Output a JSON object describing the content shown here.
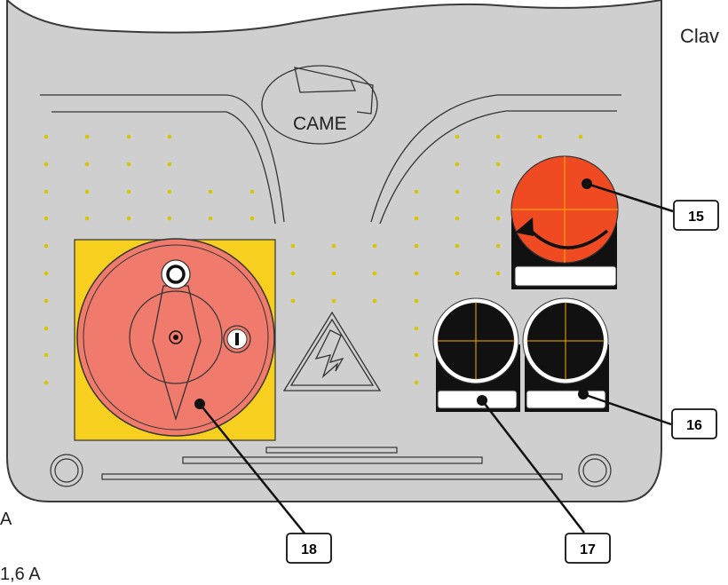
{
  "brand": {
    "logo_text": "CAME",
    "logo_icon": "came-flag-icon"
  },
  "side_texts": {
    "top_right": "Clav",
    "bottom_left_1": "A",
    "bottom_left_2": "1,6 A"
  },
  "callouts": {
    "c15": "15",
    "c16": "16",
    "c17": "17",
    "c18": "18"
  },
  "switch": {
    "off_symbol": "O",
    "on_symbol": "I"
  },
  "colors": {
    "panel": "#cfcfcf",
    "panel_stroke": "#3a3a3a",
    "dot": "#d9c400",
    "switch_yellow": "#f7cf1f",
    "switch_red": "#f07a6c",
    "emergency_red": "#f04a23",
    "button_black": "#111111",
    "label_white": "#ffffff"
  },
  "icons": [
    "high-voltage-warning-icon",
    "rotate-arrow-icon"
  ]
}
